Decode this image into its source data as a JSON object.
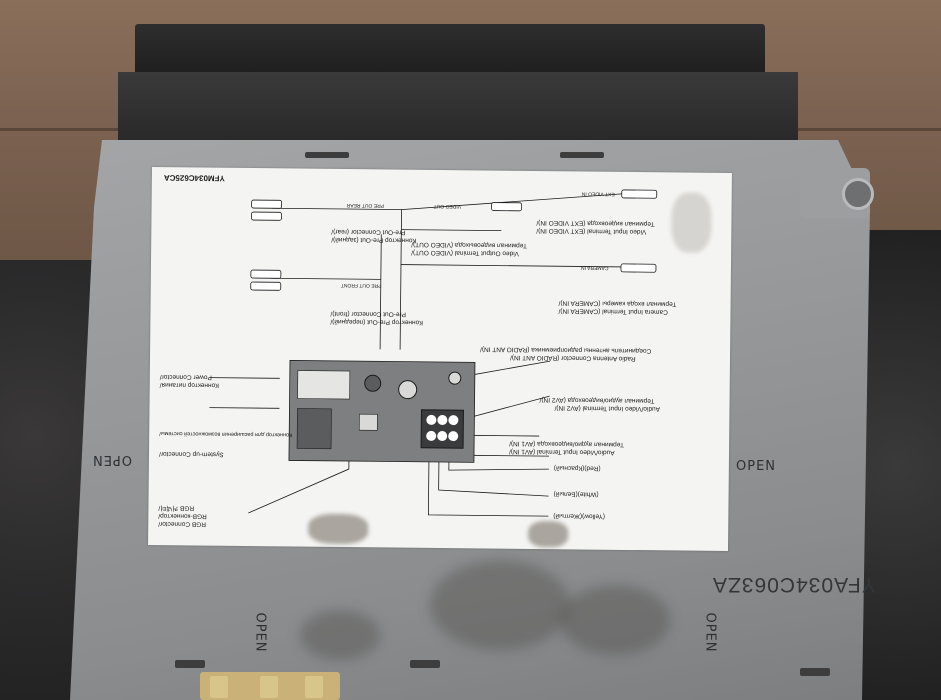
{
  "photo": {
    "model_code": "YFM034C625CA",
    "serial": "YFA034C063ZA",
    "open_label": "OPEN",
    "sticker_labels": {
      "power": "Power Connector/",
      "power_ru": "Коннектор питания/",
      "system_up": "System-up Connector/",
      "system_up_ru": "Коннектор для расширения возможностей системы/",
      "rgb": "RGB Connector/",
      "rgb_ru": "RGB-коннектор/",
      "rgb_kr": "RGB 커넥터/",
      "av1": "Audio/Video Input Terminal (AV1 IN)/",
      "av1_ru": "Терминал аудио/видеовхода (AV1 IN)/",
      "av2": "Audio/Video Input Terminal (AV2 IN)/",
      "av2_ru": "Терминал аудио/видеовхода (AV2 IN)/",
      "radio": "Radio Antenna Connector (RADIO ANT IN)/",
      "radio_ru": "Соединитель антенны радиоприемника (RADIO ANT IN)/",
      "camera": "Camera Input Terminal (CAMERA IN)/",
      "camera_ru": "Терминал входа камеры (CAMERA IN)/",
      "video_out": "Video Output Terminal (VIDEO OUT)/",
      "video_out_ru": "Терминал видеовыхода (VIDEO OUT)/",
      "ext_video": "Video Input Terminal (EXT VIDEO IN)/",
      "ext_video_ru": "Терминал видеовхода (EXT VIDEO IN)/",
      "preout_front": "Pre-Out Connector (front)/",
      "preout_front_ru": "Коннектор Pre-Out (передний)/",
      "preout_rear": "Pre-Out Connector (rear)/",
      "preout_rear_ru": "Коннектор Pre-Out (задний)/",
      "white": "(White)(Белый)",
      "red": "(Red)(Красный)",
      "yellow": "(Yellow)(Желтый)",
      "pre_out_rear_tag": "PRE OUT REAR",
      "pre_out_front_tag": "PRE OUT FRONT",
      "video_out_tag": "VIDEO OUT",
      "camera_in_tag": "CAMERA IN",
      "ext_video_in_tag": "EXT VIDEO IN"
    }
  },
  "colors": {
    "chassis": "#96989a",
    "sticker": "#f4f4f2",
    "line": "#1b1b1b"
  }
}
